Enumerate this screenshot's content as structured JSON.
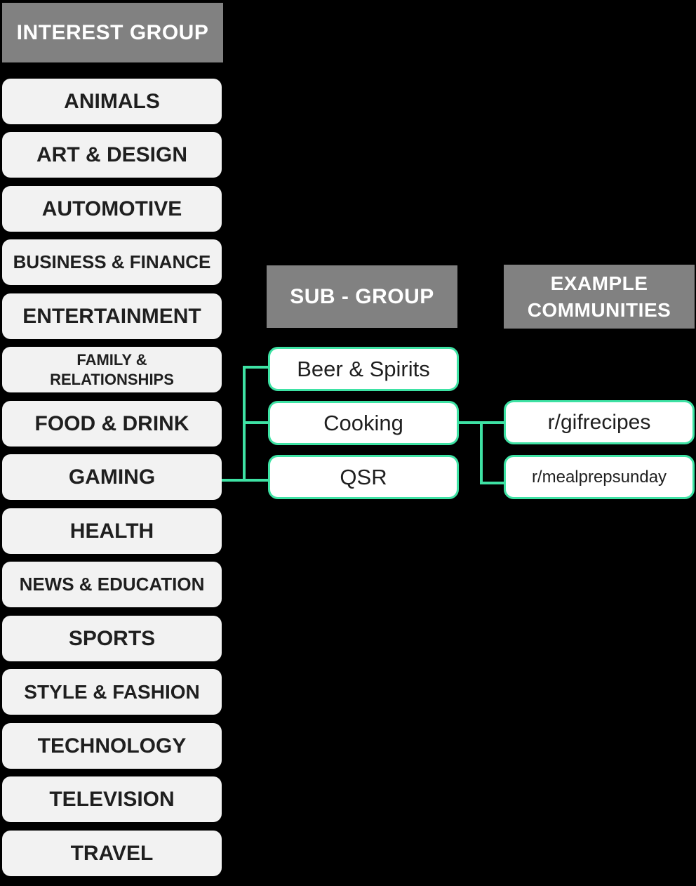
{
  "colors": {
    "background": "#000000",
    "header_bg": "#818181",
    "header_text": "#ffffff",
    "item_bg": "#f2f2f2",
    "item_text": "#1f1f1f",
    "accent_green": "#3ee2a4",
    "node_bg": "#ffffff"
  },
  "interest_group": {
    "header": "INTEREST GROUP",
    "items": [
      {
        "label": "ANIMALS"
      },
      {
        "label": "ART & DESIGN"
      },
      {
        "label": "AUTOMOTIVE"
      },
      {
        "label": "BUSINESS & FINANCE"
      },
      {
        "label": "ENTERTAINMENT"
      },
      {
        "label": "FAMILY &\nRELATIONSHIPS"
      },
      {
        "label": "FOOD & DRINK"
      },
      {
        "label": "GAMING"
      },
      {
        "label": "HEALTH"
      },
      {
        "label": "NEWS & EDUCATION"
      },
      {
        "label": "SPORTS"
      },
      {
        "label": "STYLE & FASHION"
      },
      {
        "label": "TECHNOLOGY"
      },
      {
        "label": "TELEVISION"
      },
      {
        "label": "TRAVEL"
      }
    ]
  },
  "sub_group": {
    "header": "SUB - GROUP",
    "items": [
      {
        "label": "Beer & Spirits"
      },
      {
        "label": "Cooking"
      },
      {
        "label": "QSR"
      }
    ]
  },
  "example_communities": {
    "header": "EXAMPLE\nCOMMUNITIES",
    "items": [
      {
        "label": "r/gifrecipes"
      },
      {
        "label": "r/mealprepsunday"
      }
    ]
  },
  "connections": {
    "interest_to_subgroups": {
      "from": "GAMING",
      "to": [
        "Beer & Spirits",
        "Cooking",
        "QSR"
      ]
    },
    "subgroup_to_communities": {
      "from": "Cooking",
      "to": [
        "r/gifrecipes",
        "r/mealprepsunday"
      ]
    }
  }
}
